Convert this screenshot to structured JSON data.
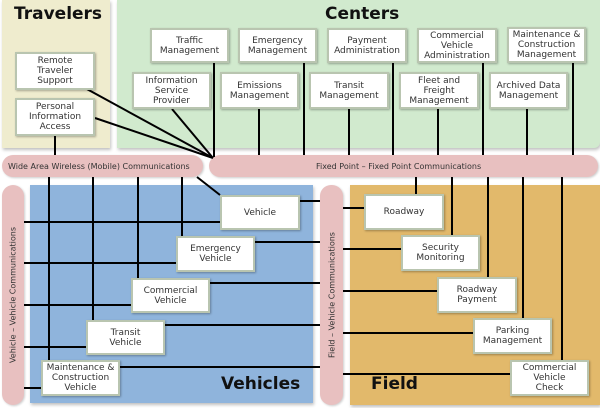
{
  "regions": {
    "travelers": "Travelers",
    "centers": "Centers",
    "vehicles": "Vehicles",
    "field": "Field"
  },
  "comms": {
    "wide_area": "Wide Area Wireless (Mobile) Communications",
    "fixed_point": "Fixed Point – Fixed Point Communications",
    "vehicle_vehicle": "Vehicle – Vehicle Communications",
    "field_vehicle": "Field – Vehicle Communications"
  },
  "travelers": [
    "Remote\nTraveler\nSupport",
    "Personal\nInformation\nAccess"
  ],
  "centers": [
    "Traffic\nManagement",
    "Emergency\nManagement",
    "Payment\nAdministration",
    "Commercial\nVehicle\nAdministration",
    "Maintenance &\nConstruction\nManagement",
    "Information\nService\nProvider",
    "Emissions\nManagement",
    "Transit\nManagement",
    "Fleet and\nFreight\nManagement",
    "Archived Data\nManagement"
  ],
  "vehicles": [
    "Vehicle",
    "Emergency\nVehicle",
    "Commercial\nVehicle",
    "Transit\nVehicle",
    "Maintenance &\nConstruction\nVehicle"
  ],
  "field": [
    "Roadway",
    "Security\nMonitoring",
    "Roadway\nPayment",
    "Parking\nManagement",
    "Commercial\nVehicle\nCheck"
  ],
  "colors": {
    "travelers": "#efecce",
    "centers": "#d1eace",
    "vehicles": "#8fb4dc",
    "field": "#e2b96b",
    "comms": "#e8c0c0"
  }
}
